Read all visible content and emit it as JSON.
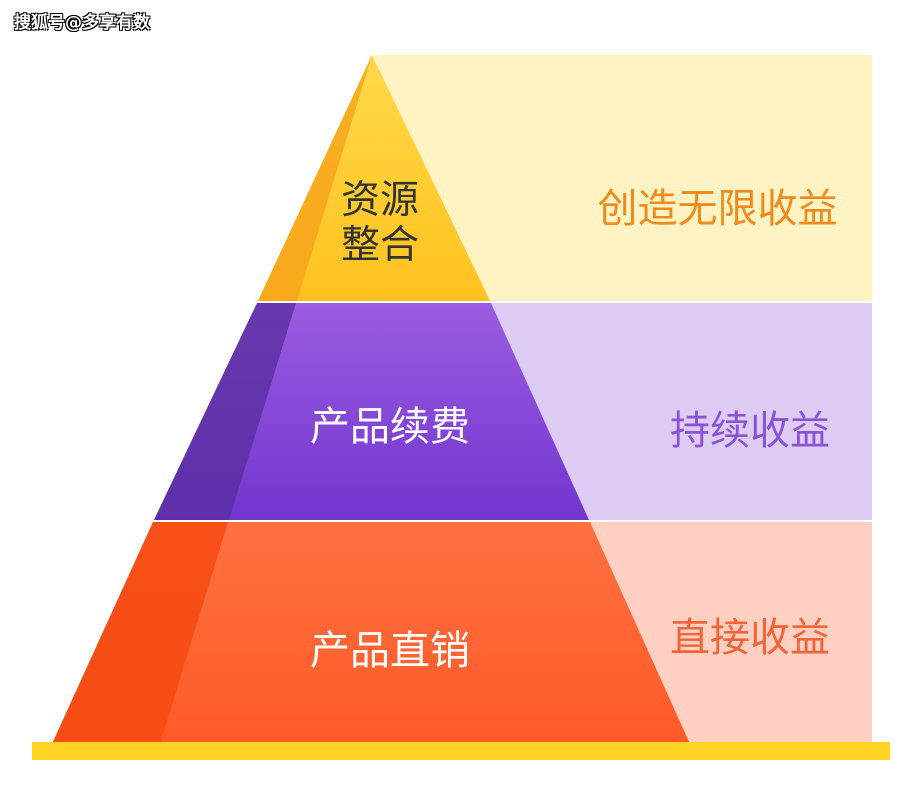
{
  "watermark": "搜狐号@多享有数",
  "levels": [
    {
      "label_line1": "资源",
      "label_line2": "整合",
      "benefit": "创造无限收益",
      "color": "#ffc52a",
      "bg": "#fff3c4",
      "text_color": "#f08a1c"
    },
    {
      "label": "产品续费",
      "benefit": "持续收益",
      "color": "#7d3ed6",
      "bg": "#dccbf2",
      "text_color": "#8a52d4"
    },
    {
      "label": "产品直销",
      "benefit": "直接收益",
      "color": "#ff6433",
      "bg": "#ffd0c2",
      "text_color": "#f06438"
    }
  ],
  "base_color": "#ffd324"
}
